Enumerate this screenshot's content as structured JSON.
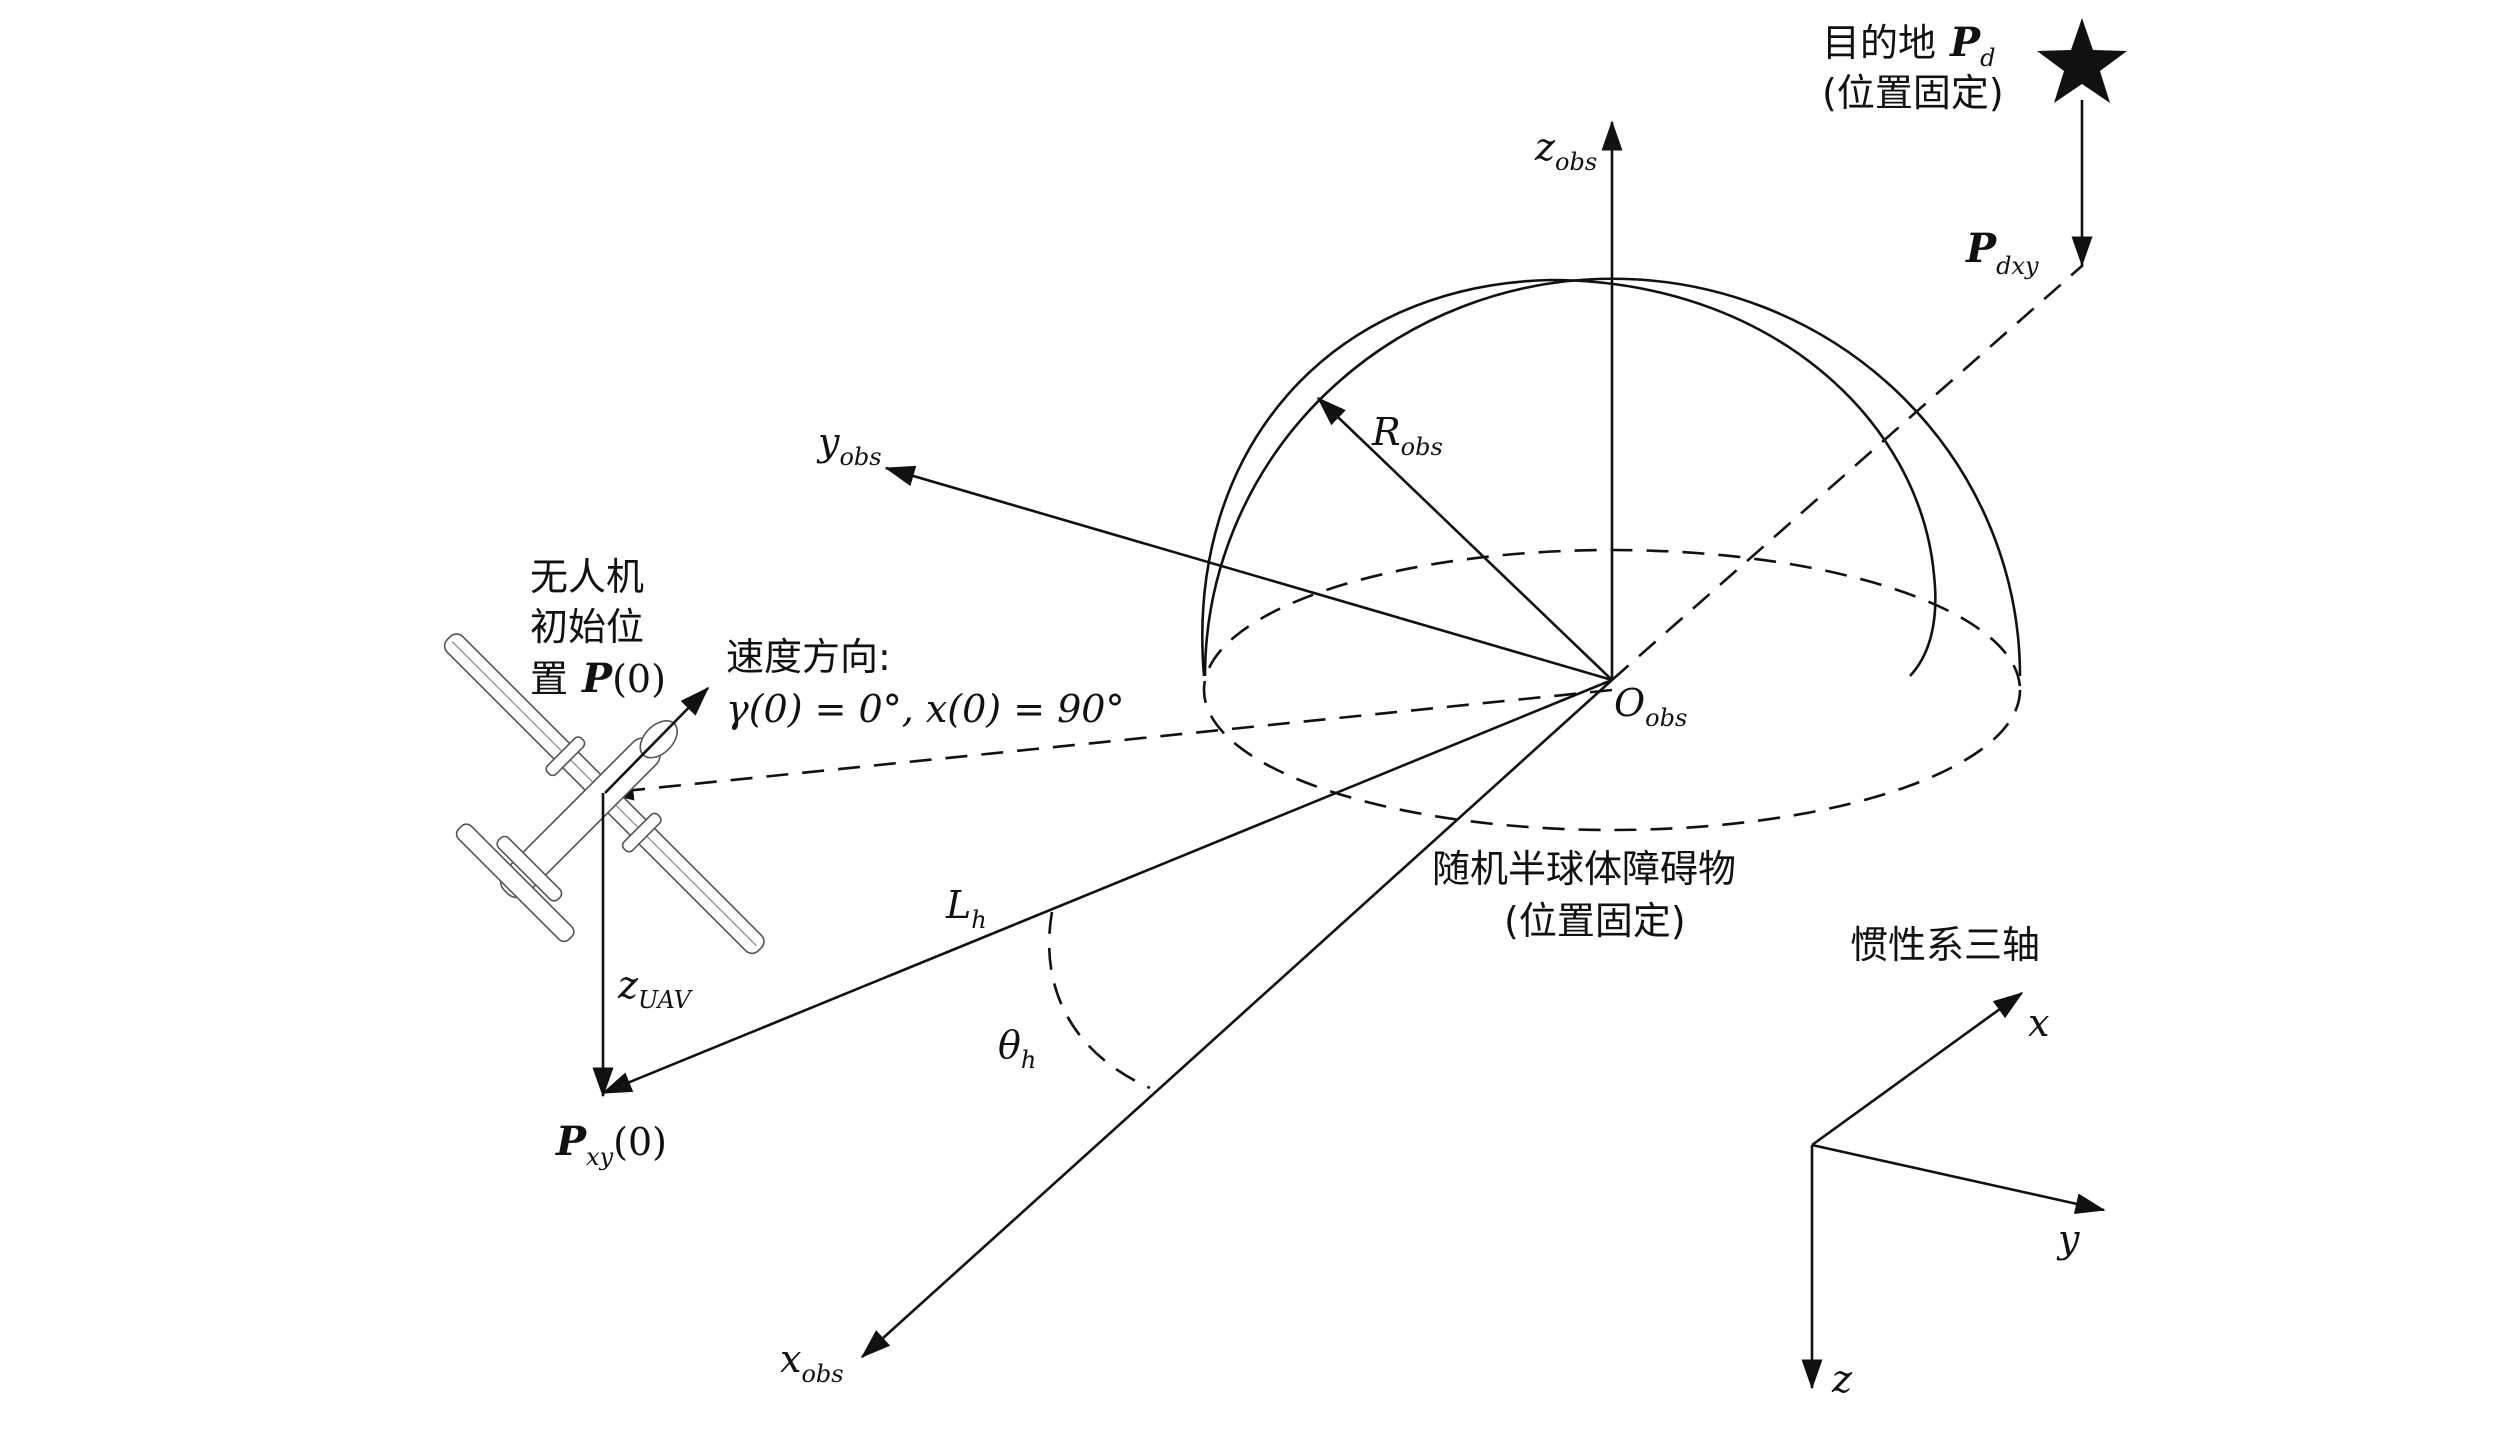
{
  "labels": {
    "z_obs": {
      "main": "z",
      "sub": "obs"
    },
    "y_obs": {
      "main": "y",
      "sub": "obs"
    },
    "x_obs": {
      "main": "x",
      "sub": "obs"
    },
    "o_obs": {
      "main": "O",
      "sub": "obs"
    },
    "r_obs": {
      "main": "R",
      "sub": "obs"
    },
    "l_h": {
      "main": "L",
      "sub": "h"
    },
    "theta_h": {
      "main": "θ",
      "sub": "h"
    },
    "z_uav": {
      "main": "z",
      "sub": "UAV"
    },
    "p_xy0": {
      "main": "P",
      "sub": "xy",
      "tail": "(0)"
    },
    "p_dxy": {
      "main": "P",
      "sub": "dxy"
    },
    "destination": {
      "line1_text": "目的地",
      "line1_symbol": "P",
      "line1_sub": "d",
      "line2": "(位置固定)"
    },
    "uav_initial": {
      "line1": "无人机",
      "line2": "初始位",
      "line3_text": "置",
      "line3_symbol": "P",
      "line3_tail": "(0)"
    },
    "velocity": {
      "line1": "速度方向:",
      "line2": "γ(0) = 0°, x(0) = 90°"
    },
    "obstacle": {
      "line1": "随机半球体障碍物",
      "line2": "(位置固定)"
    },
    "inertial": {
      "title": "惯性系三轴",
      "x": "x",
      "y": "y",
      "z": "z"
    }
  },
  "icons": [
    "star-icon",
    "uav-aircraft-icon"
  ],
  "colors": {
    "ink": "#111111",
    "background": "#ffffff"
  }
}
